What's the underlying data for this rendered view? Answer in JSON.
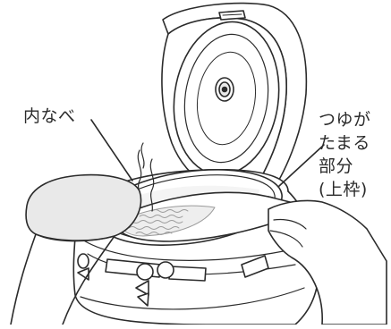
{
  "labels": {
    "inner_pot": "内なべ",
    "condensation_lines": [
      "つゆが",
      "たまる",
      "部分",
      "(上枠)"
    ]
  },
  "colors": {
    "line": "#2b2b2b",
    "rice": "#9a9a9a",
    "fill": "#ffffff",
    "shade": "#e9e9e9"
  }
}
